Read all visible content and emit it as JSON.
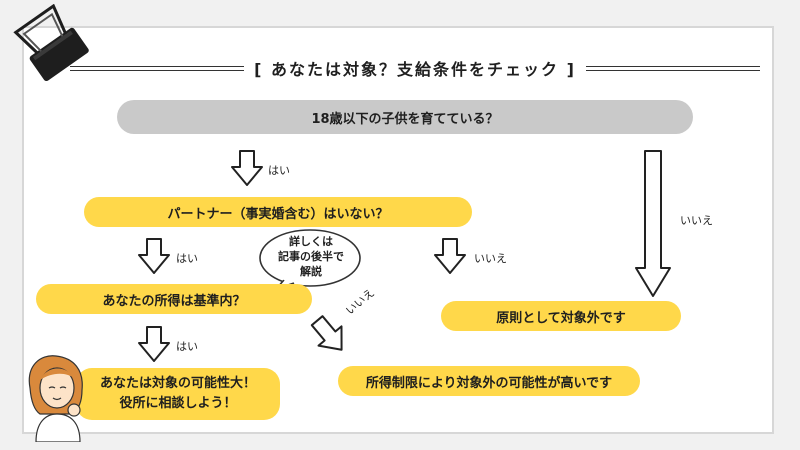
{
  "title": "[ あなたは対象？支給条件をチェック ]",
  "nodes": {
    "start": "18歳以下の子供を育てている？",
    "partner": "パートナー（事実婚含む）はいない？",
    "income": "あなたの所得は基準内？",
    "result_possible_line1": "あなたは対象の可能性大！",
    "result_possible_line2": "役所に相談しよう！",
    "result_limited": "所得制限により対象外の可能性が高いです",
    "result_excluded": "原則として対象外です"
  },
  "labels": {
    "yes1": "はい",
    "yes2": "はい",
    "yes3": "はい",
    "no_start": "いいえ",
    "no_partner": "いいえ",
    "no_income": "いいえ"
  },
  "bubble": {
    "line1": "詳しくは",
    "line2": "記事の後半で",
    "line3": "解説"
  },
  "colors": {
    "yellow": "#ffd84a",
    "gray": "#c9c9c9"
  }
}
